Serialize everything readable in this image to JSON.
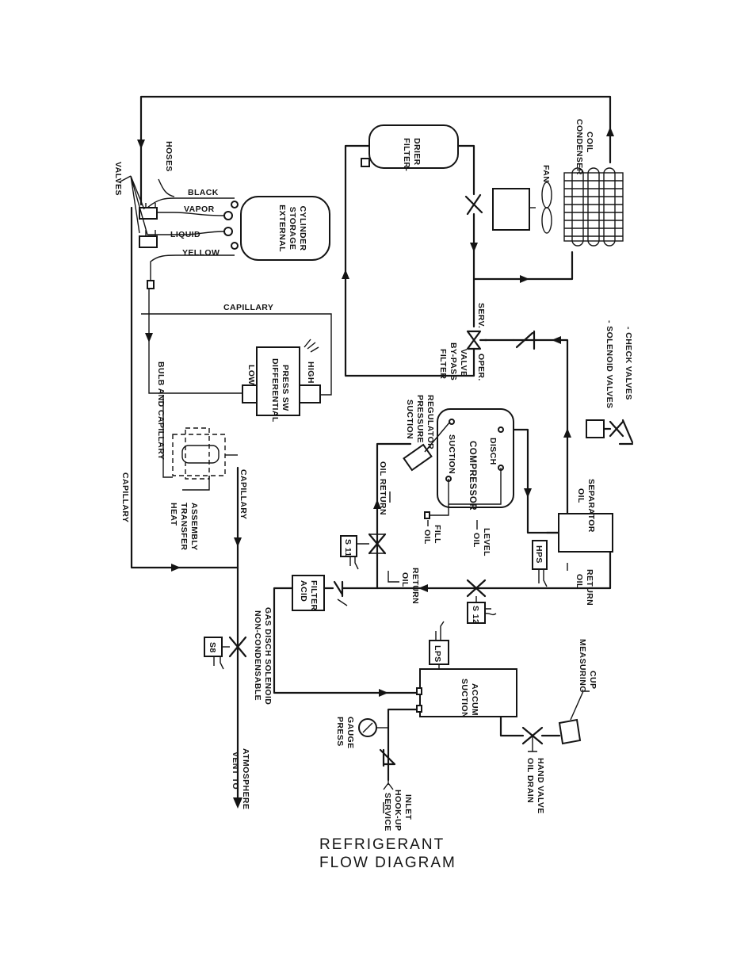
{
  "caption": {
    "line1": "REFRIGERANT",
    "line2": "FLOW DIAGRAM"
  },
  "labels": {
    "valves": "VALVES",
    "hoses": "HOSES",
    "black": "BLACK",
    "vapor": "VAPOR",
    "liquid": "LIQUID",
    "yellow": "YELLOW",
    "cyl1": "EXTERNAL",
    "cyl2": "STORAGE",
    "cyl3": "CYLINDER",
    "drier1": "FILTER-",
    "drier2": "DRIER",
    "fan": "FAN",
    "cond1": "CONDENSER",
    "cond2": "COIL",
    "capillary_top": "CAPILLARY",
    "dp_low": "LOW",
    "dp1": "DIFFERENTIAL",
    "dp2": "PRESS SW",
    "dp_high": "HIGH",
    "bulb": "BULB AND CAPILLARY",
    "capillary_left": "CAPILLARY",
    "capillary_mid": "CAPILLARY",
    "hta1": "HEAT",
    "hta2": "TRANSFER",
    "hta3": "ASSEMBLY",
    "bypass1": "FILTER",
    "bypass2": "BY-PASS",
    "bypass3": "VALVE",
    "oper": "OPER.",
    "serv": "SERV.",
    "spr1": "SUCTION",
    "spr2": "PRESSURE",
    "spr3": "REGULATOR",
    "comp": "COMPRESSOR",
    "suction": "SUCTION",
    "disch": "DISCH",
    "oil_return_a1": "OIL RETURN",
    "oil_fill1": "OIL",
    "oil_fill2": "FILL",
    "oil_level1": "OIL",
    "oil_level2": "LEVEL",
    "oil_sep1": "OIL",
    "oil_sep2": "SEPARATOR",
    "hps": "HPS",
    "s11": "S 11",
    "s12": "S 12",
    "oil_return_b1": "OIL",
    "oil_return_b2": "RETURN",
    "oil_return_c1": "OIL",
    "oil_return_c2": "RETURN",
    "acid1": "ACID",
    "acid2": "FILTER",
    "s8": "S8",
    "ncg1": "NON-CONDENSABLE",
    "ncg2": "GAS DISCH SOLENOID",
    "lps": "LPS",
    "accum1": "SUCTION",
    "accum2": "ACCUM",
    "gauge1": "PRESS",
    "gauge2": "GAUGE",
    "svc1": "SERVICE",
    "svc2": "HOOK-UP",
    "svc3": "INLET",
    "vent1": "VENT TO",
    "vent2": "ATMOSPHERE",
    "drain1": "OIL DRAIN",
    "drain2": "HAND VALVE",
    "cup1": "MEASURING",
    "cup2": "CUP",
    "legend_sol": "- SOLENOID VALVES",
    "legend_chk": "- CHECK VALVES"
  }
}
